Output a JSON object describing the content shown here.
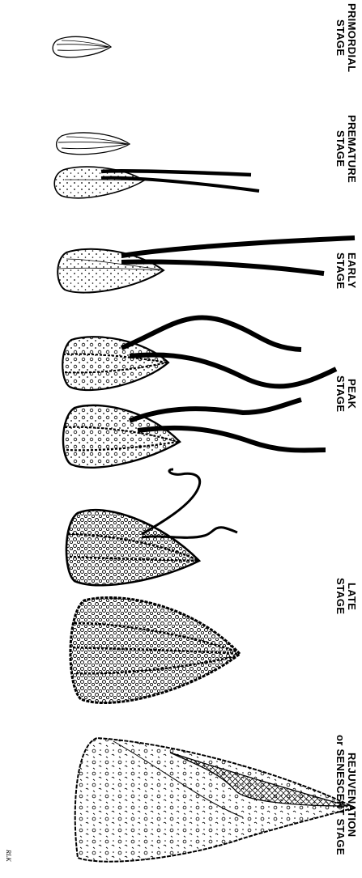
{
  "figure": {
    "stages": [
      {
        "id": "primordial",
        "lines": [
          "PRIMORDIAL",
          "STAGE"
        ]
      },
      {
        "id": "premature",
        "lines": [
          "PREMATURE",
          "STAGE"
        ]
      },
      {
        "id": "early",
        "lines": [
          "EARLY",
          "STAGE"
        ]
      },
      {
        "id": "peak",
        "lines": [
          "PEAK",
          "STAGE"
        ]
      },
      {
        "id": "late",
        "lines": [
          "LATE",
          "STAGE"
        ]
      },
      {
        "id": "rejuvenation",
        "lines": [
          "REJUVENATION",
          "or SENESCENT STAGE"
        ]
      }
    ],
    "signature": "RLK"
  },
  "colors": {
    "ink": "#000000",
    "paper": "#ffffff"
  }
}
